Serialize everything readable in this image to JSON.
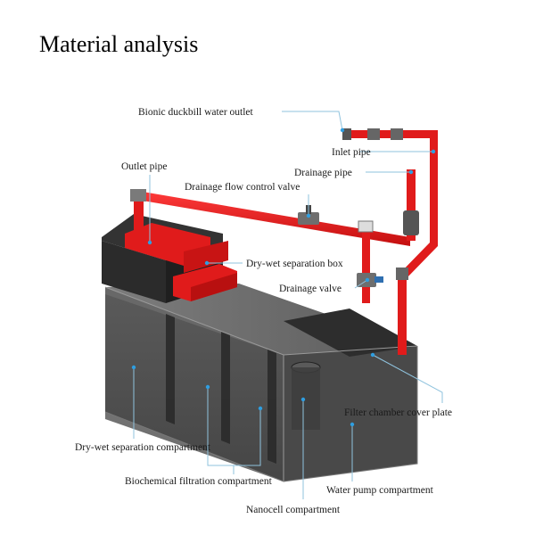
{
  "title": "Material analysis",
  "labels": {
    "duckbill": "Bionic duckbill water outlet",
    "inlet": "Inlet pipe",
    "drainage_pipe": "Drainage pipe",
    "outlet": "Outlet pipe",
    "flow_valve": "Drainage flow control valve",
    "separation_box": "Dry-wet separation box",
    "drainage_valve": "Drainage valve",
    "cover_plate": "Filter chamber cover plate",
    "dry_wet_compartment": "Dry-wet separation compartment",
    "biochemical": "Biochemical filtration compartment",
    "pump": "Water pump compartment",
    "nanocell": "Nanocell compartment"
  },
  "colors": {
    "pipe_red": "#e01b1b",
    "glass_dark": "#3c3c3c",
    "leader": "#8fc3de",
    "dot": "#2f9ee0"
  }
}
